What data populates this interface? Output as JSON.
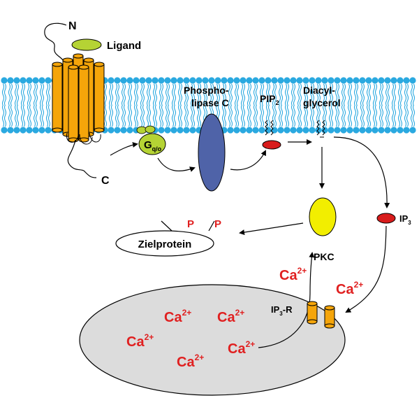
{
  "colors": {
    "membrane_head": "#2aa9e0",
    "receptor": "#f5a50a",
    "ligand": "#b5d334",
    "g_protein": "#b5d334",
    "plc": "#4f63a8",
    "pip2_head": "#d81c1c",
    "ip3": "#d81c1c",
    "pkc": "#f2ee00",
    "er_fill": "#dcdcdc",
    "calcium_text": "#e02020",
    "phosphate_text": "#e02020"
  },
  "labels": {
    "n_terminus": "N",
    "c_terminus": "C",
    "ligand": "Ligand",
    "g_protein_main": "G",
    "g_protein_sub": "q/o",
    "phospholipase_line1": "Phospho-",
    "phospholipase_line2": "lipase C",
    "pip2_main": "PIP",
    "pip2_sub": "2",
    "dag_line1": "Diacyl-",
    "dag_line2": "glycerol",
    "ip3_main": "IP",
    "ip3_sub": "3",
    "pkc": "PKC",
    "zielprotein": "Zielprotein",
    "phosphate": "P",
    "ip3r_main": "IP",
    "ip3r_sub": "3",
    "ip3r_suffix": "-R",
    "calcium_main": "Ca",
    "calcium_charge": "2+"
  }
}
